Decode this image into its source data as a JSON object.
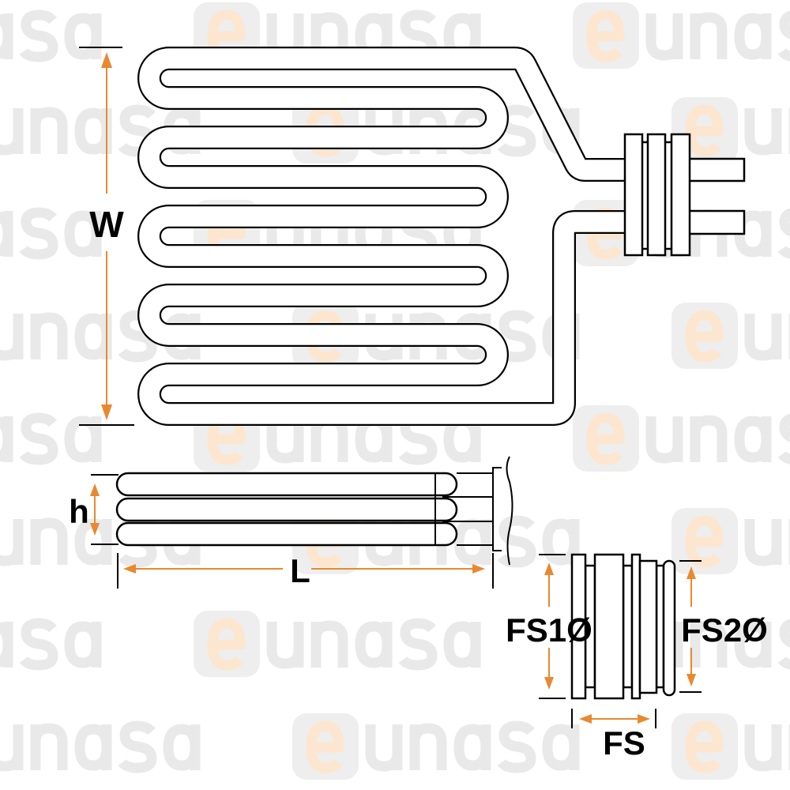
{
  "watermark": {
    "brand": "eunasa",
    "e_color": "#fde6cf",
    "text_color": "#e9e9e9"
  },
  "accent_color": "#e8892f",
  "top_view": {
    "dimension_label": "W"
  },
  "side_view": {
    "height_label": "h",
    "length_label": "L"
  },
  "flange_detail": {
    "fs1_label": "FS1Ø",
    "fs2_label": "FS2Ø",
    "fs_label": "FS"
  }
}
